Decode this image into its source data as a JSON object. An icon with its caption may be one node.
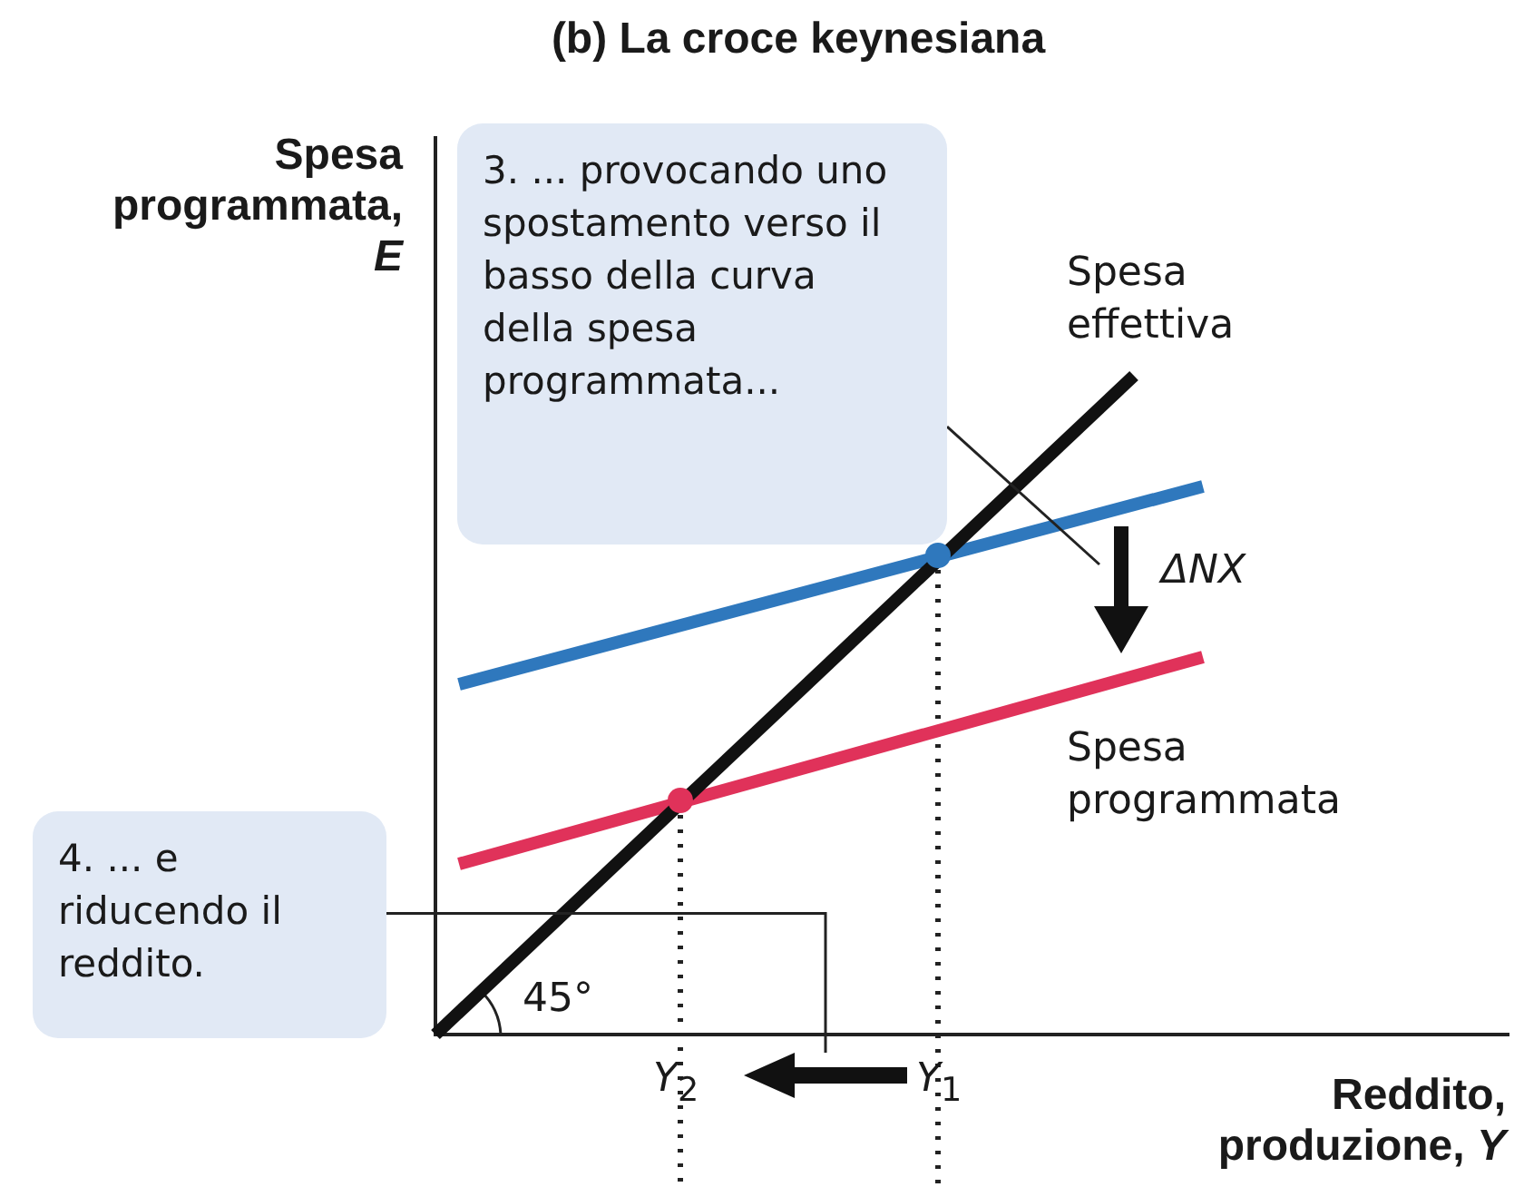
{
  "diagram": {
    "title": "(b) La croce keynesiana",
    "nodes": [
      {
        "text": [
          "3. ... provocando uno spostamento verso il basso della curva della spesa programmata..."
        ]
      },
      {
        "text": [
          "4. ... e riducendo il reddito."
        ]
      },
      {
        "text": [],
        "shape": "arrow"
      },
      {
        "text": [],
        "shape": "arrow"
      }
    ],
    "edges": [
      {
        "from": 0,
        "to": 2,
        "arrow": "none"
      },
      {
        "from": 1,
        "to": 3,
        "arrow": "none"
      }
    ],
    "labels": [
      "Spesa programmata, *E*",
      "Spesa effettiva",
      "ΔNX",
      "Spesa programmata",
      "45°",
      "*Y*$_{2}$",
      "*Y*$_{1}$",
      "Reddito, produzione, *Y*"
    ]
  }
}
